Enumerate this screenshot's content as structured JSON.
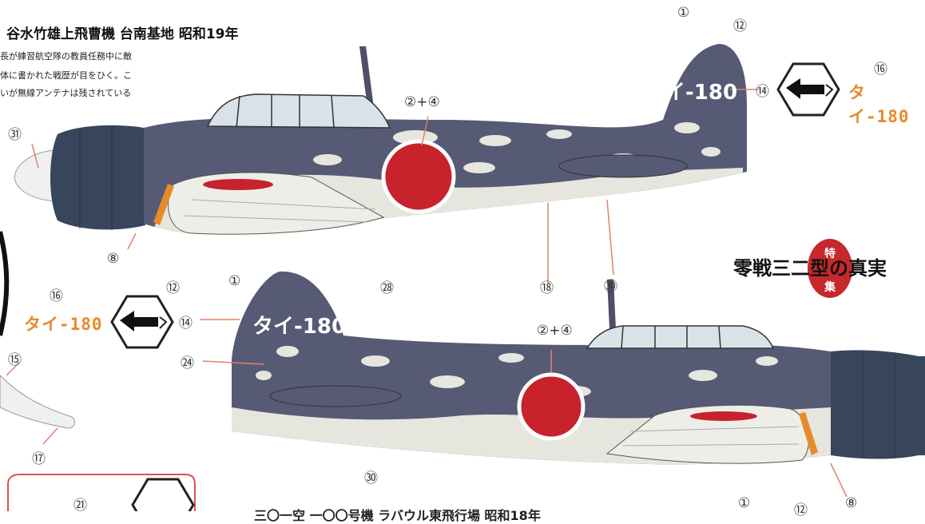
{
  "title": "谷水竹雄上飛曹機 台南基地 昭和19年",
  "description_lines": [
    "長が練習航空隊の教員任務中に敵",
    "体に書かれた戦歴が目をひく。こ",
    "いが無線アンテナは残されている"
  ],
  "headline": "零戦三二型の真実",
  "badge": {
    "top": "特",
    "bottom": "集"
  },
  "registration": "タイ-180",
  "callouts": {
    "c1": "①",
    "c12": "⑫",
    "c16": "⑯",
    "c14": "⑭",
    "c31": "㉛",
    "c8": "⑧",
    "c28": "㉘",
    "c18": "⑱",
    "c30": "㉚",
    "c24": "㉔",
    "c15": "⑮",
    "c17": "⑰",
    "c21": "㉑",
    "c2p4": "②+④"
  },
  "bottom_title": "三〇一空 一〇〇号機 ラバウル東飛行場 昭和18年",
  "colors": {
    "fuselage": "#565a74",
    "mottle": "#e6e6de",
    "hinomaru": "#c8222c",
    "orange": "#e8892a",
    "cowling": "#38465c"
  },
  "icons": [
    "view-direction-icon"
  ]
}
